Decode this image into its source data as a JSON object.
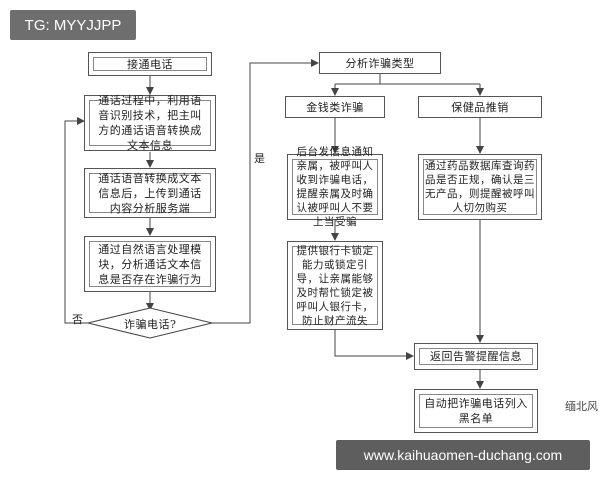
{
  "badge": "TG: MYYJJPP",
  "nodes": {
    "connect": "接通电话",
    "asr": "通话过程中，利用语音识别技术，把主叫方的通话语音转换成文本信息",
    "upload": "通话语音转换成文本信息后，上传到通话内容分析服务端",
    "nlp": "通过自然语言处理模块，分析通话文本信息是否存在诈骗行为",
    "decision": "诈骗电话?",
    "analyze": "分析诈骗类型",
    "money": "金钱类诈骗",
    "health": "保健品推销",
    "notify": "后台发信息通知亲属，被呼叫人收到诈骗电话，提醒亲属及时确认被呼叫人不要上当受骗",
    "bank": "提供银行卡锁定能力或锁定引导，让亲属能够及时帮忙锁定被呼叫人银行卡，防止财产流失",
    "drug": "通过药品数据库查询药品是否正规，确认是三无产品，则提醒被呼叫人切勿购买",
    "alert": "返回告警提醒信息",
    "blacklist": "自动把诈骗电话列入黑名单"
  },
  "edge_labels": {
    "yes": "是",
    "no": "否"
  },
  "watermark": "缅北风",
  "banner": "www.kaihuaomen-duchang.com"
}
